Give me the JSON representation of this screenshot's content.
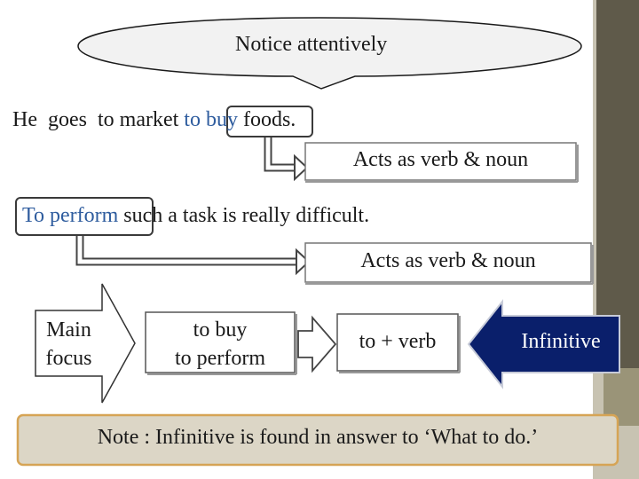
{
  "callout": {
    "text": "Notice attentively"
  },
  "example1": {
    "before": "He  goes  to market ",
    "highlight": "to buy",
    "after": " foods.",
    "result": "Acts as verb & noun"
  },
  "example2": {
    "highlight": "To perform",
    "after": " such a task is really difficult.",
    "result": "Acts as verb & noun"
  },
  "flow": {
    "main_focus": [
      "Main",
      "focus"
    ],
    "examples": [
      "to buy",
      "to perform"
    ],
    "formula": "to + verb",
    "term": "Infinitive"
  },
  "note": {
    "text": "Note : Infinitive is found in answer to ‘What to do.’"
  },
  "colors": {
    "highlight_text": "#2e5c9e",
    "infinitive_box": "#0a1f6b",
    "note_bg": "#dcd6c6",
    "note_border": "#d6a455",
    "sidebar_dark": "#5f5a4a",
    "sidebar_light": "#9a9478"
  }
}
